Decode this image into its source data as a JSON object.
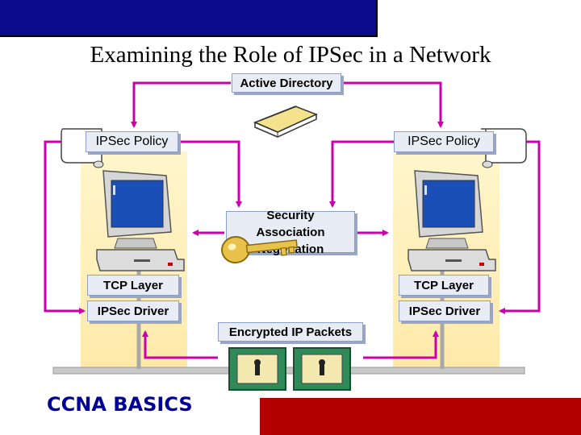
{
  "title": "Examining the Role of IPSec in a Network",
  "active_directory": "Active Directory",
  "left": {
    "policy": "IPSec Policy",
    "tcp": "TCP Layer",
    "driver": "IPSec Driver"
  },
  "right": {
    "policy": "IPSec Policy",
    "tcp": "TCP Layer",
    "driver": "IPSec Driver"
  },
  "sa_negotiation": [
    "Security",
    "Association",
    "Negotiation"
  ],
  "encrypted_packets": "Encrypted IP Packets",
  "footer": "CCNA BASICS",
  "colors": {
    "top_bar": "#0a0a8c",
    "bottom_bar": "#b30000",
    "arrow": "#cc00aa",
    "column": "#ffe9a8",
    "footer_text": "#000099"
  },
  "icons": [
    "book-icon",
    "scroll-icon",
    "computer-icon",
    "key-icon",
    "packet-icon",
    "lock-icon"
  ]
}
